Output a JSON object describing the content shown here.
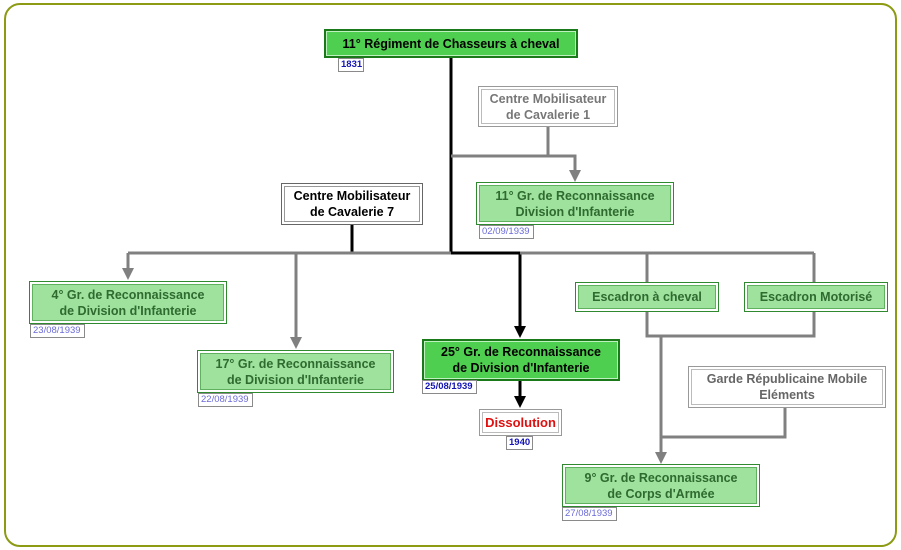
{
  "nodes": {
    "regiment": "11° Régiment de Chasseurs à cheval",
    "cmc1": "Centre Mobilisateur\nde Cavalerie 1",
    "cmc7": "Centre Mobilisateur\nde Cavalerie 7",
    "gr11": "11° Gr. de Reconnaissance\nDivision d'Infanterie",
    "gr4": "4° Gr. de Reconnaissance\nde Division d'Infanterie",
    "gr17": "17° Gr. de Reconnaissance\nde Division d'Infanterie",
    "gr25": "25° Gr. de Reconnaissance\nde Division d'Infanterie",
    "dissolution": "Dissolution",
    "escadron_cheval": "Escadron à cheval",
    "escadron_motorise": "Escadron Motorisé",
    "garde": "Garde Républicaine Mobile\nEléments",
    "gr9": "9° Gr. de Reconnaissance\nde Corps d'Armée"
  },
  "dates": {
    "regiment": "1831",
    "gr11": "02/09/1939",
    "gr4": "23/08/1939",
    "gr17": "22/08/1939",
    "gr25": "25/08/1939",
    "dissolution": "1940",
    "gr9": "27/08/1939"
  },
  "colors": {
    "frame": "#8c9a14",
    "main_fill": "#4fcf4f",
    "green_fill": "#9ee29e",
    "black_line": "#000000",
    "grey_line": "#808080",
    "dissolution_text": "#e01010",
    "date_dark": "#1414b4",
    "date_light": "#6a6ad8"
  }
}
